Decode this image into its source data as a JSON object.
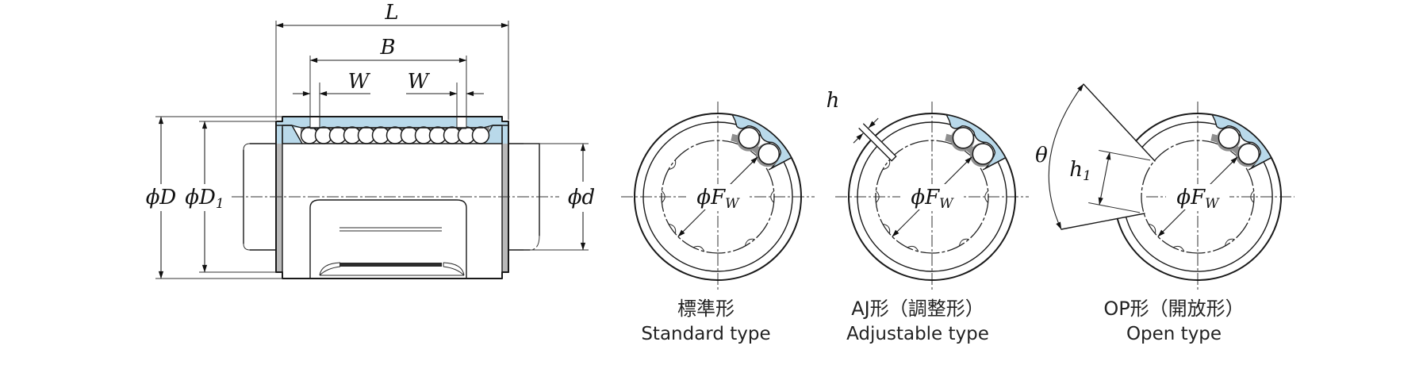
{
  "dims": {
    "overall_length": "L",
    "retainer_width": "B",
    "groove_width_left": "W",
    "groove_width_right": "W",
    "outer_diameter": "ϕD",
    "groove_diameter_main": "ϕD",
    "groove_diameter_sub": "1",
    "shaft_diameter": "ϕd",
    "bore_main": "ϕF",
    "bore_sub": "W",
    "slit_width": "h",
    "opening_main": "h",
    "opening_sub": "1",
    "opening_angle": "θ"
  },
  "types": [
    {
      "label_ja": "標準形",
      "label_en": "Standard type"
    },
    {
      "label_ja": "AJ形（調整形）",
      "label_en": "Adjustable type"
    },
    {
      "label_ja": "OP形（開放形）",
      "label_en": "Open type"
    }
  ],
  "colors": {
    "shell_highlight": "#b9d9ea",
    "retainer_gray": "#8f8f8f",
    "line": "#1a1a1a"
  }
}
